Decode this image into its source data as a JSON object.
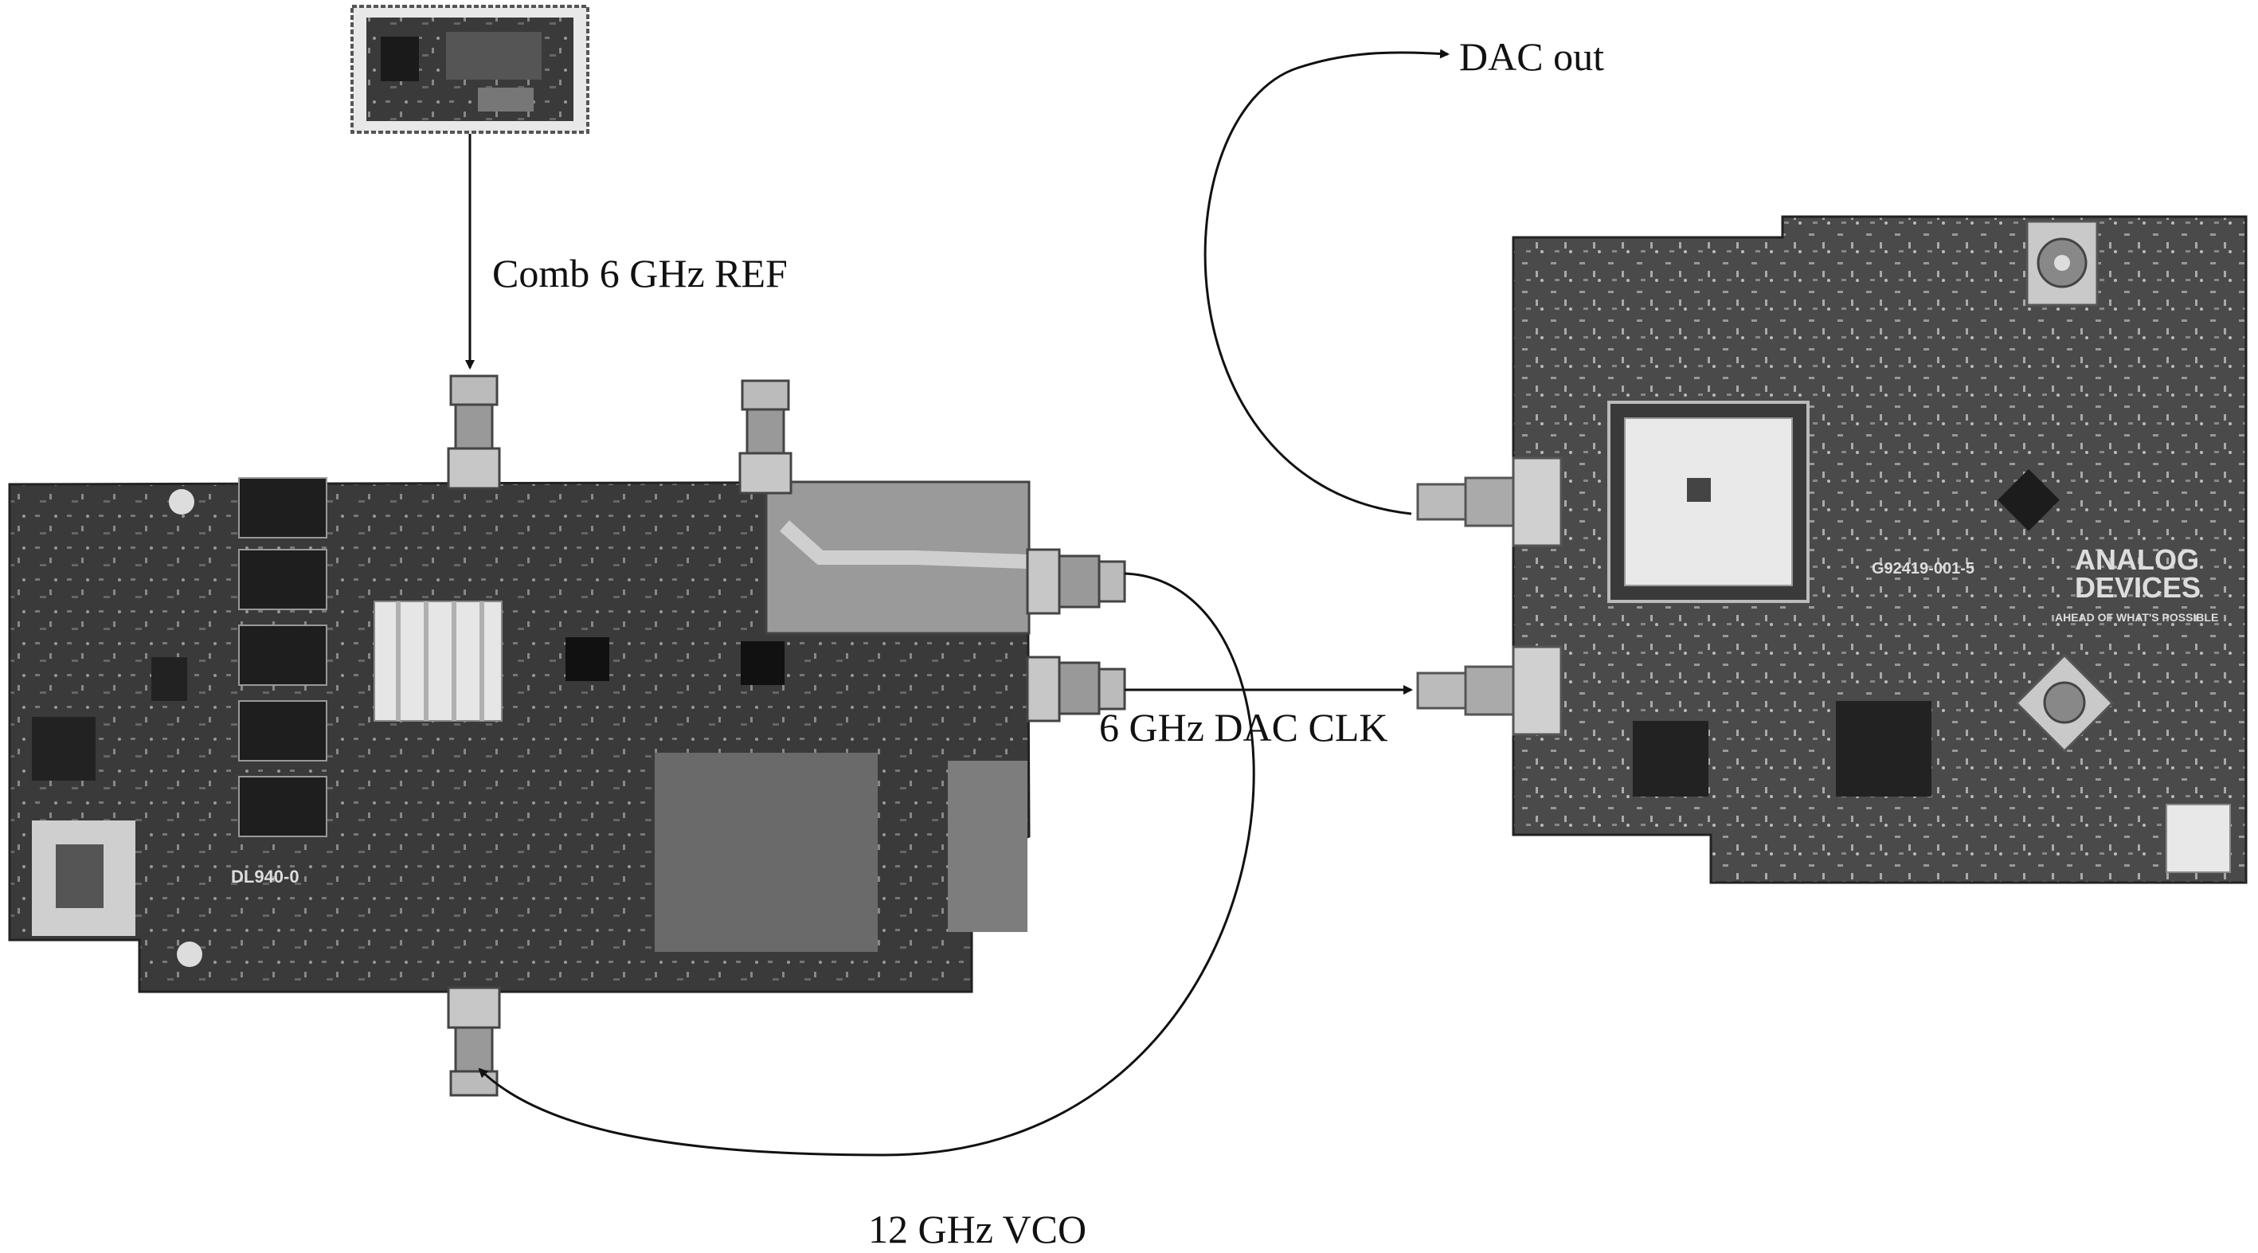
{
  "labels": {
    "dac_out": "DAC out",
    "comb_ref": "Comb 6 GHz REF",
    "dac_clk": "6 GHz DAC CLK",
    "vco": "12 GHz VCO"
  },
  "dac_board": {
    "brand_line1": "ANALOG",
    "brand_line2": "DEVICES",
    "tagline": "AHEAD OF WHAT'S POSSIBLE",
    "board_id": "G92419-001-5"
  },
  "synth_board": {
    "marking": "DL940-0"
  },
  "colors": {
    "pcb_dark": "#2d2d2d",
    "pcb_mid": "#4a4a4a",
    "connector": "#b5b5b5",
    "arrow": "#111111"
  }
}
